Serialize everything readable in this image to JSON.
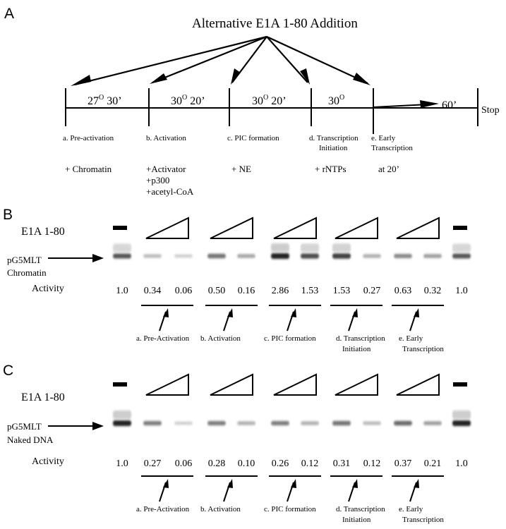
{
  "panel_a": {
    "letter": "A",
    "title": "Alternative E1A 1-80 Addition",
    "segments": [
      {
        "temp": "27",
        "deg": "O",
        "time": " 30’"
      },
      {
        "temp": "30",
        "deg": "O",
        "time": " 20’"
      },
      {
        "temp": "30",
        "deg": "O",
        "time": " 20’"
      },
      {
        "temp": "30",
        "deg": "O",
        "time": ""
      }
    ],
    "final_time": "60’",
    "stop": "Stop",
    "stages": [
      {
        "lines": [
          "a. Pre-activation"
        ]
      },
      {
        "lines": [
          "b. Activation"
        ]
      },
      {
        "lines": [
          "c. PIC formation"
        ]
      },
      {
        "lines": [
          "d. Transcription",
          "Initiation"
        ]
      },
      {
        "lines": [
          "e. Early",
          "Transcription"
        ]
      }
    ],
    "additions": [
      {
        "lines": [
          "+ Chromatin"
        ]
      },
      {
        "lines": [
          "+Activator",
          "+p300",
          "+acetyl-CoA"
        ]
      },
      {
        "lines": [
          "+ NE"
        ]
      },
      {
        "lines": [
          "+ rNTPs"
        ]
      },
      {
        "lines": [
          "at 20’"
        ]
      }
    ]
  },
  "panel_b": {
    "letter": "B",
    "reagent": "E1A 1-80",
    "template": [
      "pG5MLT",
      "Chromatin"
    ],
    "activity_label": "Activity",
    "activities": [
      "1.0",
      "0.34",
      "0.06",
      "0.50",
      "0.16",
      "2.86",
      "1.53",
      "1.53",
      "0.27",
      "0.63",
      "0.32",
      "1.0"
    ],
    "lane_intensity": [
      0.75,
      0.25,
      0.15,
      0.6,
      0.35,
      1.0,
      0.8,
      0.85,
      0.3,
      0.5,
      0.4,
      0.75
    ]
  },
  "panel_c": {
    "letter": "C",
    "reagent": "E1A 1-80",
    "template": [
      "pG5MLT",
      "Naked DNA"
    ],
    "activity_label": "Activity",
    "activities": [
      "1.0",
      "0.27",
      "0.06",
      "0.28",
      "0.10",
      "0.26",
      "0.12",
      "0.31",
      "0.12",
      "0.37",
      "0.21",
      "1.0"
    ],
    "lane_intensity": [
      1.0,
      0.55,
      0.15,
      0.55,
      0.3,
      0.55,
      0.3,
      0.6,
      0.25,
      0.65,
      0.4,
      1.0
    ]
  },
  "stage_labels": [
    {
      "lines": [
        "a. Pre-Activation"
      ]
    },
    {
      "lines": [
        "b. Activation"
      ]
    },
    {
      "lines": [
        "c. PIC formation"
      ]
    },
    {
      "lines": [
        "d. Transcription",
        "Initiation"
      ]
    },
    {
      "lines": [
        "e. Early",
        "Transcription"
      ]
    }
  ]
}
